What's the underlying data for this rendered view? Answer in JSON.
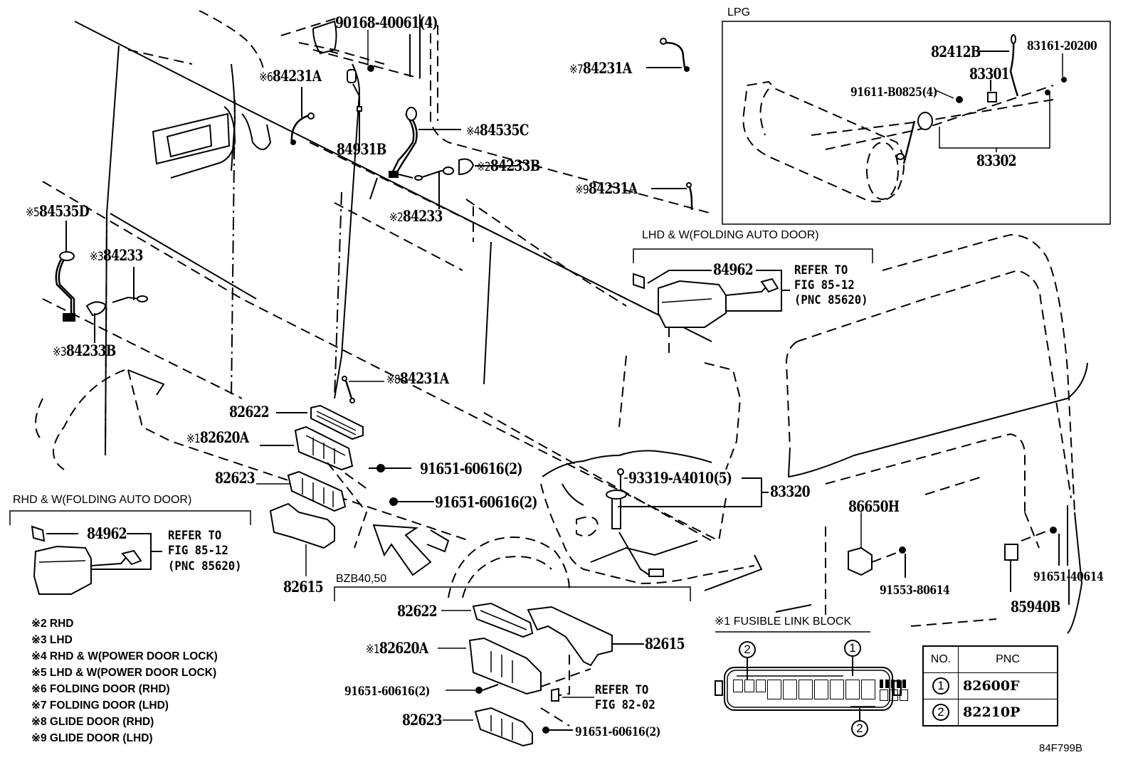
{
  "diagram": {
    "figure_code": "84F799B",
    "parts": [
      {
        "id": "p1",
        "mark": "",
        "label": "90168-40061(4)"
      },
      {
        "id": "p2",
        "mark": "※6",
        "label": "84231A"
      },
      {
        "id": "p3",
        "mark": "",
        "label": "84931B"
      },
      {
        "id": "p4",
        "mark": "※4",
        "label": "84535C"
      },
      {
        "id": "p5",
        "mark": "※2",
        "label": "84233B"
      },
      {
        "id": "p6",
        "mark": "※2",
        "label": "84233"
      },
      {
        "id": "p7",
        "mark": "※7",
        "label": "84231A"
      },
      {
        "id": "p8",
        "mark": "※9",
        "label": "84231A"
      },
      {
        "id": "p9",
        "mark": "※5",
        "label": "84535D"
      },
      {
        "id": "p10",
        "mark": "※3",
        "label": "84233"
      },
      {
        "id": "p11",
        "mark": "※3",
        "label": "84233B"
      },
      {
        "id": "p12",
        "mark": "※8",
        "label": "84231A"
      },
      {
        "id": "p13",
        "mark": "",
        "label": "82622"
      },
      {
        "id": "p14",
        "mark": "※1",
        "label": "82620A"
      },
      {
        "id": "p15",
        "mark": "",
        "label": "82623"
      },
      {
        "id": "p16",
        "mark": "",
        "label": "91651-60616(2)"
      },
      {
        "id": "p17",
        "mark": "",
        "label": "91651-60616(2)"
      },
      {
        "id": "p18",
        "mark": "",
        "label": "82615"
      },
      {
        "id": "p19",
        "mark": "",
        "label": "93319-A4010(5)"
      },
      {
        "id": "p20",
        "mark": "",
        "label": "83320"
      },
      {
        "id": "p21",
        "mark": "",
        "label": "86650H"
      },
      {
        "id": "p22",
        "mark": "",
        "label": "91553-80614"
      },
      {
        "id": "p23",
        "mark": "",
        "label": "91651-40614"
      },
      {
        "id": "p24",
        "mark": "",
        "label": "85940B"
      }
    ],
    "lpg_box": {
      "title": "LPG",
      "parts": [
        {
          "id": "l1",
          "label": "82412B"
        },
        {
          "id": "l2",
          "label": "83161-20200"
        },
        {
          "id": "l3",
          "label": "83301"
        },
        {
          "id": "l4",
          "label": "91611-B0825(4)"
        },
        {
          "id": "l5",
          "label": "83302"
        }
      ]
    },
    "lhd_box": {
      "title": "LHD & W(FOLDING AUTO DOOR)",
      "part": "84962",
      "refer": [
        "REFER TO",
        "FIG 85-12",
        "(PNC 85620)"
      ]
    },
    "rhd_box": {
      "title": "RHD & W(FOLDING AUTO DOOR)",
      "part": "84962",
      "refer": [
        "REFER TO",
        "FIG 85-12",
        "(PNC 85620)"
      ]
    },
    "bzb_box": {
      "title": "BZB40,50",
      "parts": [
        {
          "id": "b1",
          "mark": "",
          "label": "82622"
        },
        {
          "id": "b2",
          "mark": "※1",
          "label": "82620A"
        },
        {
          "id": "b3",
          "mark": "",
          "label": "91651-60616(2)"
        },
        {
          "id": "b4",
          "mark": "",
          "label": "82623"
        },
        {
          "id": "b5",
          "mark": "",
          "label": "91651-60616(2)"
        },
        {
          "id": "b6",
          "mark": "",
          "label": "82615"
        }
      ],
      "refer": [
        "REFER TO",
        "FIG 82-02"
      ]
    },
    "fusible_block": {
      "title": "※1 FUSIBLE LINK BLOCK",
      "callouts": [
        "2",
        "1",
        "2"
      ]
    },
    "pnc_table": {
      "headers": [
        "NO.",
        "PNC"
      ],
      "rows": [
        {
          "no": "1",
          "pnc": "82600F"
        },
        {
          "no": "2",
          "pnc": "82210P"
        }
      ]
    },
    "notes": [
      "※2 RHD",
      "※3 LHD",
      "※4 RHD & W(POWER DOOR LOCK)",
      "※5 LHD & W(POWER DOOR LOCK)",
      "※6 FOLDING DOOR (RHD)",
      "※7 FOLDING DOOR (LHD)",
      "※8 GLIDE DOOR (RHD)",
      "※9 GLIDE DOOR (LHD)"
    ]
  }
}
